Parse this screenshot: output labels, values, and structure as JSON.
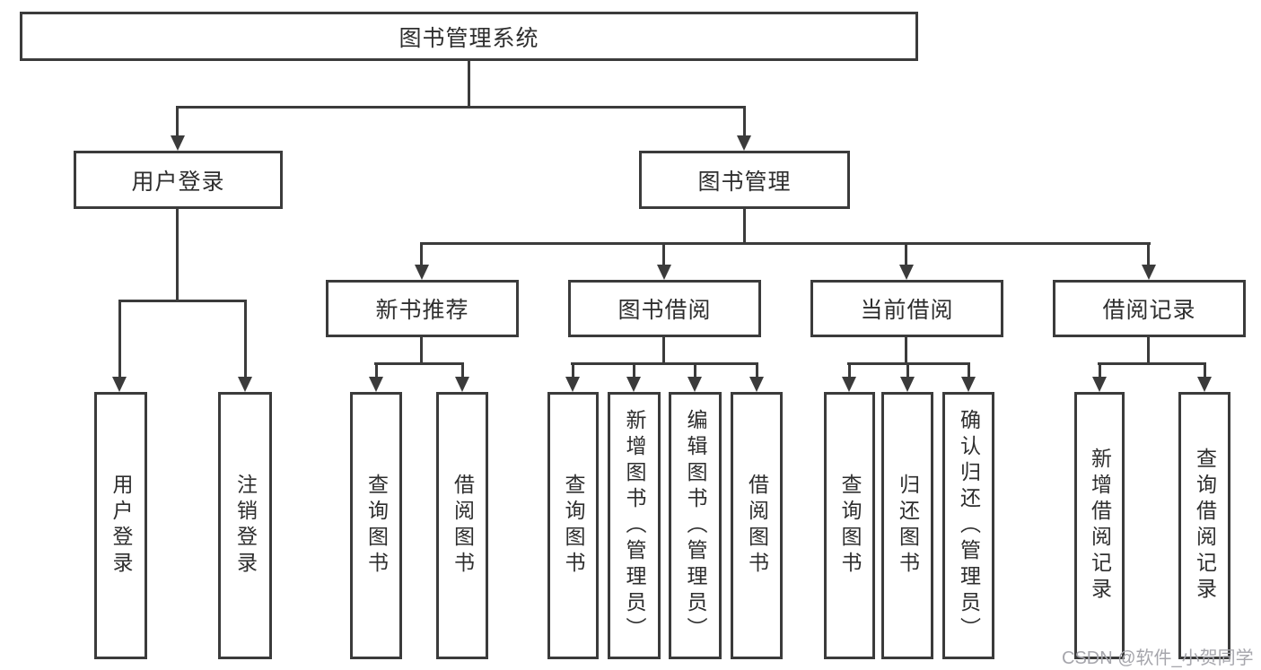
{
  "diagram_type": "hierarchy-tree",
  "title": "图书管理系统",
  "colors": {
    "line": "#3b3b3b",
    "box_border": "#3b3b3b",
    "text": "#2e2e2e",
    "background": "#ffffff",
    "watermark": "#a6a6ac"
  },
  "nodes": {
    "root": {
      "label": "图书管理系统"
    },
    "user_login": {
      "label": "用户登录"
    },
    "book_mgmt": {
      "label": "图书管理"
    },
    "new_book_rec": {
      "label": "新书推荐"
    },
    "book_borrow": {
      "label": "图书借阅"
    },
    "current_borrow": {
      "label": "当前借阅"
    },
    "borrow_records": {
      "label": "借阅记录"
    },
    "leaf_user_login": {
      "label": "用户登录"
    },
    "leaf_logout": {
      "label": "注销登录"
    },
    "leaf_nbr_query": {
      "label": "查询图书"
    },
    "leaf_nbr_borrow": {
      "label": "借阅图书"
    },
    "leaf_bb_query": {
      "label": "查询图书"
    },
    "leaf_bb_add": {
      "label": "新增图书（管理员）"
    },
    "leaf_bb_edit": {
      "label": "编辑图书（管理员）"
    },
    "leaf_bb_borrow": {
      "label": "借阅图书"
    },
    "leaf_cb_query": {
      "label": "查询图书"
    },
    "leaf_cb_return": {
      "label": "归还图书"
    },
    "leaf_cb_confirm": {
      "label": "确认归还（管理员）"
    },
    "leaf_br_add": {
      "label": "新增借阅记录"
    },
    "leaf_br_query": {
      "label": "查询借阅记录"
    }
  },
  "edges": {
    "root_children": [
      "用户登录",
      "图书管理"
    ],
    "user_login_children": [
      "用户登录",
      "注销登录"
    ],
    "book_mgmt_children": [
      "新书推荐",
      "图书借阅",
      "当前借阅",
      "借阅记录"
    ],
    "new_book_rec_children": [
      "查询图书",
      "借阅图书"
    ],
    "book_borrow_children": [
      "查询图书",
      "新增图书（管理员）",
      "编辑图书（管理员）",
      "借阅图书"
    ],
    "current_borrow_children": [
      "查询图书",
      "归还图书",
      "确认归还（管理员）"
    ],
    "borrow_records_children": [
      "新增借阅记录",
      "查询借阅记录"
    ]
  },
  "watermark": {
    "text": "CSDN @软件_小贺同学"
  }
}
